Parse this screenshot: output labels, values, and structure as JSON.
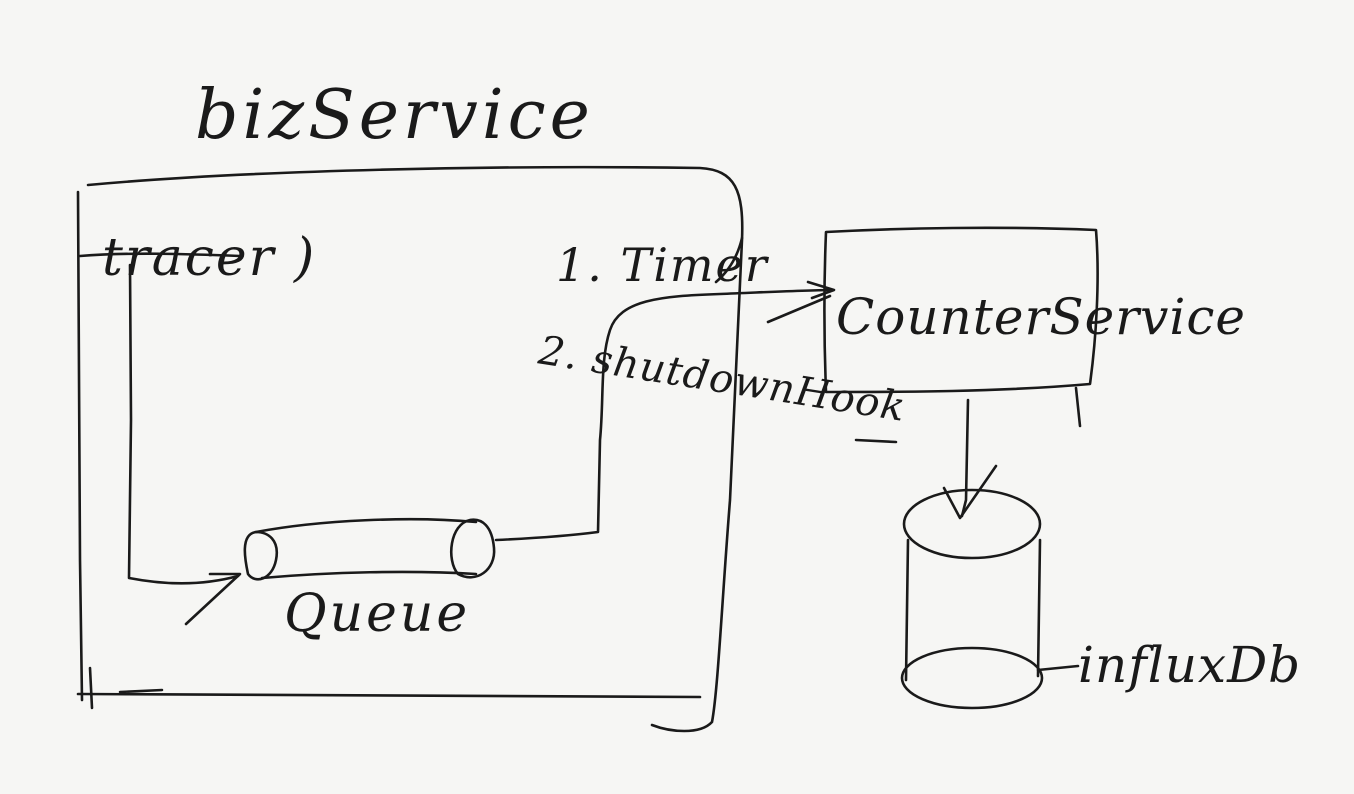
{
  "diagram": {
    "labels": {
      "biz_service": "bizService",
      "tracer": "tracer )",
      "timer": "1. Timer",
      "shutdown_hook": "2. shutdownHook",
      "counter_service": "CounterService",
      "queue": "Queue",
      "influx_db": "influxDb"
    }
  }
}
